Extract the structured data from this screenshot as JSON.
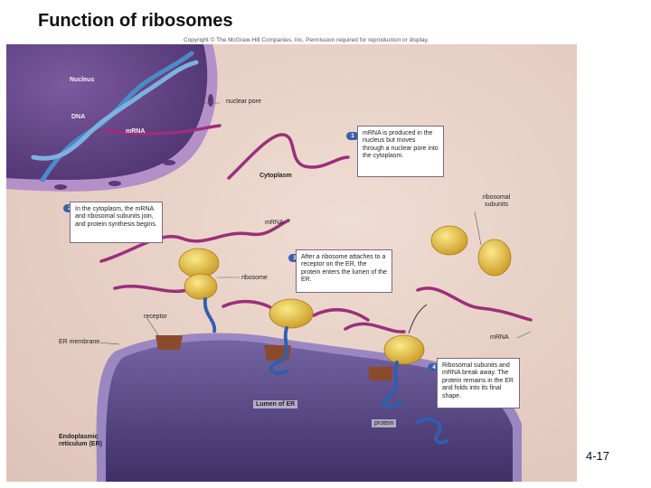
{
  "slide": {
    "title": "Function of ribosomes",
    "number": "4-17"
  },
  "figure": {
    "copyright": "Copyright © The McGraw-Hill Companies, Inc. Permission required for reproduction or display.",
    "labels": {
      "nucleus": "Nucleus",
      "dna": "DNA",
      "mrna_nucleus": "mRNA",
      "nuclear_pore": "nuclear pore",
      "cytoplasm": "Cytoplasm",
      "mrna_center": "mRNA",
      "ribosome": "ribosome",
      "ribosomal_subunits": "ribosomal subunits",
      "receptor": "receptor",
      "er_membrane": "ER membrane",
      "mrna_right": "mRNA",
      "lumen": "Lumen of ER",
      "protein": "protein",
      "er": "Endoplasmic reticulum (ER)"
    },
    "steps": [
      {
        "num": "1",
        "text": "mRNA is produced in the nucleus but moves through a nuclear pore into the cytoplasm."
      },
      {
        "num": "2",
        "text": "In the cytoplasm, the mRNA and ribosomal subunits join, and protein synthesis begins."
      },
      {
        "num": "3",
        "text": "After a ribosome attaches to a receptor on the ER, the protein enters the lumen of the ER."
      },
      {
        "num": "4",
        "text": "Ribosomal subunits and mRNA break away. The protein remains in the ER and folds into its final shape."
      }
    ],
    "colors": {
      "cytoplasm": "#e6d1c6",
      "nucleus": "#6a4a8c",
      "er": "#5c4a86",
      "mrna": "#9c2f7a",
      "dna": "#4c8ac8",
      "ribosome": "#e0c04a",
      "protein": "#2e5fb0",
      "receptor": "#8a4a2c",
      "step_badge": "#3b5fa8"
    }
  }
}
